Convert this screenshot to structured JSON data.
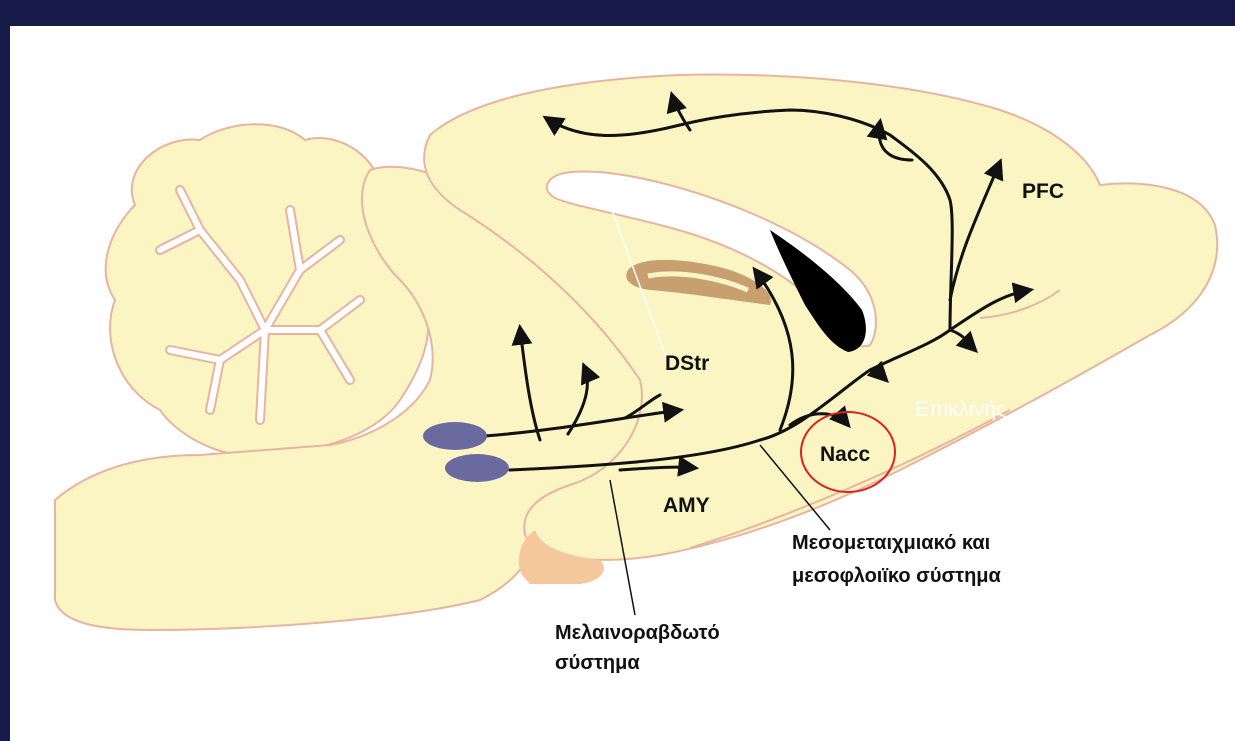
{
  "labels": {
    "pfc": "PFC",
    "dstr": "DStr",
    "nacc": "Nacc",
    "amy": "AMY"
  },
  "captions": {
    "mesolimbic_line1": "Μεσομεταιχμιακό και",
    "mesolimbic_line2": "μεσοφλοιϊκο σύστημα",
    "nigrostriatal_line1": "Μελαινοραβδωτό",
    "nigrostriatal_line2": "σύστημα"
  },
  "overlay_text": "Επικλινής",
  "colors": {
    "background_frame": "#161a48",
    "brain_fill": "#fbf5c4",
    "brain_outline": "#e8b4a0",
    "nucleus_fill": "#6a6aa0",
    "ventricle_fill": "#000000",
    "striatum_fill": "#c8a070",
    "pituitary_fill": "#f4c89c",
    "highlight_circle": "#e02020",
    "pathway": "#111111"
  }
}
